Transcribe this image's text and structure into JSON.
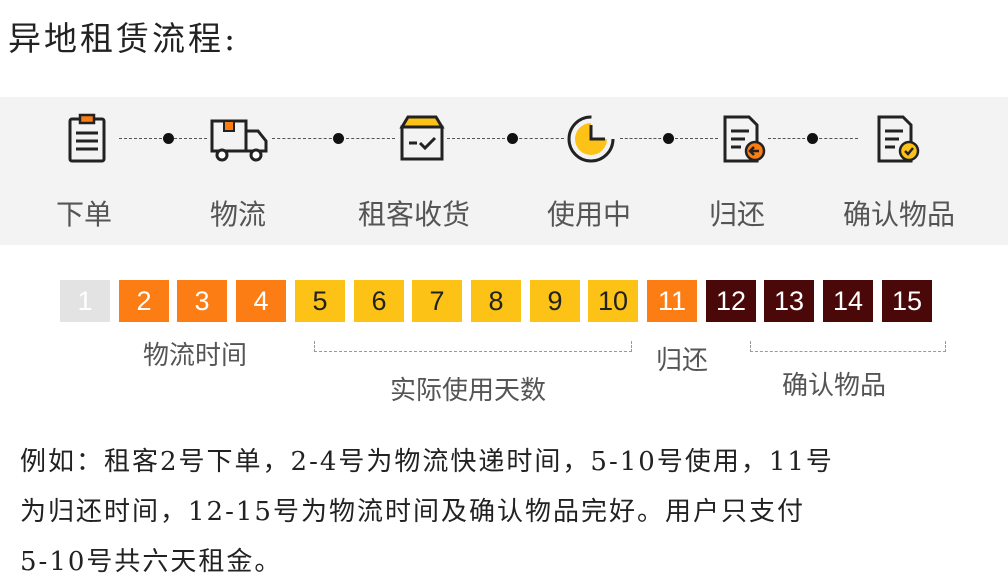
{
  "title": "异地租赁流程:",
  "colors": {
    "band_bg": "#f3f3f3",
    "gray": "#e3e3e3",
    "orange": "#fb7d14",
    "yellow": "#fcc316",
    "maroon": "#4a0808"
  },
  "steps": [
    {
      "label": "下单",
      "icon": "clipboard-icon"
    },
    {
      "label": "物流",
      "icon": "delivery-truck-icon"
    },
    {
      "label": "租客收货",
      "icon": "received-box-icon"
    },
    {
      "label": "使用中",
      "icon": "in-use-clock-icon"
    },
    {
      "label": "归还",
      "icon": "return-document-icon"
    },
    {
      "label": "确认物品",
      "icon": "confirm-document-icon"
    }
  ],
  "days": [
    {
      "label": "1",
      "kind": "gray"
    },
    {
      "label": "2",
      "kind": "orange"
    },
    {
      "label": "3",
      "kind": "orange"
    },
    {
      "label": "4",
      "kind": "orange"
    },
    {
      "label": "5",
      "kind": "yellow"
    },
    {
      "label": "6",
      "kind": "yellow"
    },
    {
      "label": "7",
      "kind": "yellow"
    },
    {
      "label": "8",
      "kind": "yellow"
    },
    {
      "label": "9",
      "kind": "yellow"
    },
    {
      "label": "10",
      "kind": "yellow"
    },
    {
      "label": "11",
      "kind": "orange"
    },
    {
      "label": "12",
      "kind": "maroon"
    },
    {
      "label": "13",
      "kind": "maroon"
    },
    {
      "label": "14",
      "kind": "maroon"
    },
    {
      "label": "15",
      "kind": "maroon"
    }
  ],
  "groups": {
    "logistics": "物流时间",
    "usage": "实际使用天数",
    "return": "归还",
    "confirm": "确认物品"
  },
  "note": {
    "line1": "例如：租客2号下单，2-4号为物流快递时间，5-10号使用，11号",
    "line2": "为归还时间，12-15号为物流时间及确认物品完好。用户只支付",
    "line3": "5-10号共六天租金。"
  }
}
